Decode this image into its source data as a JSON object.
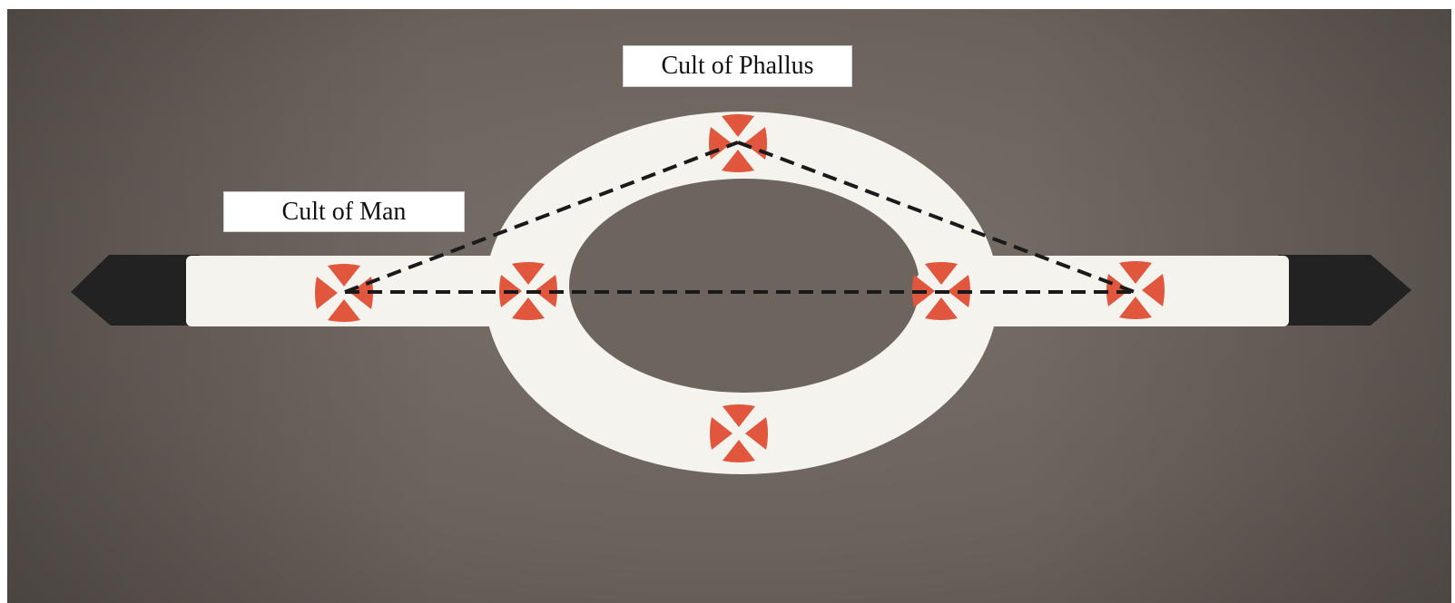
{
  "labels": {
    "top": "Cult of Phallus",
    "left": "Cult of Man"
  },
  "colors": {
    "backdrop": "#6e6560",
    "cloth": "#f5f3ee",
    "tip": "#232222",
    "cross": "#e0573d",
    "line": "#1a1a1a"
  },
  "icons": {
    "cross_count": 6,
    "cross_name": "cross-pattee-icon"
  }
}
